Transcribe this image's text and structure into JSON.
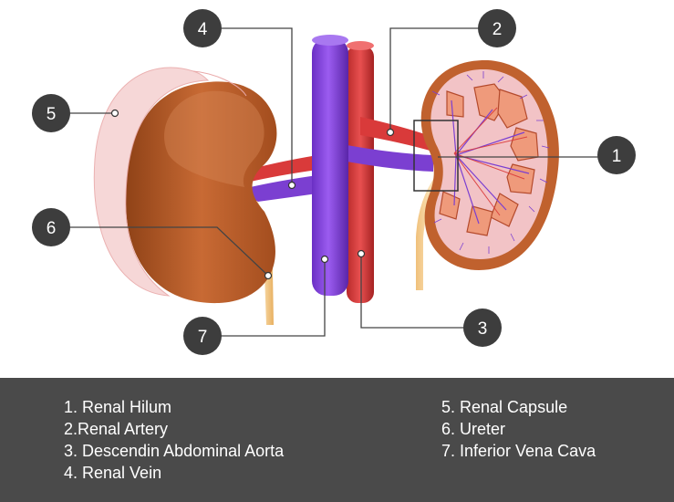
{
  "callouts": [
    {
      "num": "1"
    },
    {
      "num": "2"
    },
    {
      "num": "3"
    },
    {
      "num": "4"
    },
    {
      "num": "5"
    },
    {
      "num": "6"
    },
    {
      "num": "7"
    }
  ],
  "legend": {
    "left": [
      "1. Renal Hilum",
      "2.Renal Artery",
      "3. Descendin Abdominal Aorta",
      "4. Renal Vein"
    ],
    "right": [
      "5. Renal Capsule",
      "6. Ureter",
      "7. Inferior Vena Cava"
    ]
  },
  "colors": {
    "callout_circle": "#3d3d3d",
    "legend_background": "#4a4a4a",
    "artery": "#d93a3a",
    "vein": "#7b3fd1",
    "kidney": "#c0612e",
    "capsule": "#f6d3d3",
    "ureter": "#f5d29a"
  }
}
